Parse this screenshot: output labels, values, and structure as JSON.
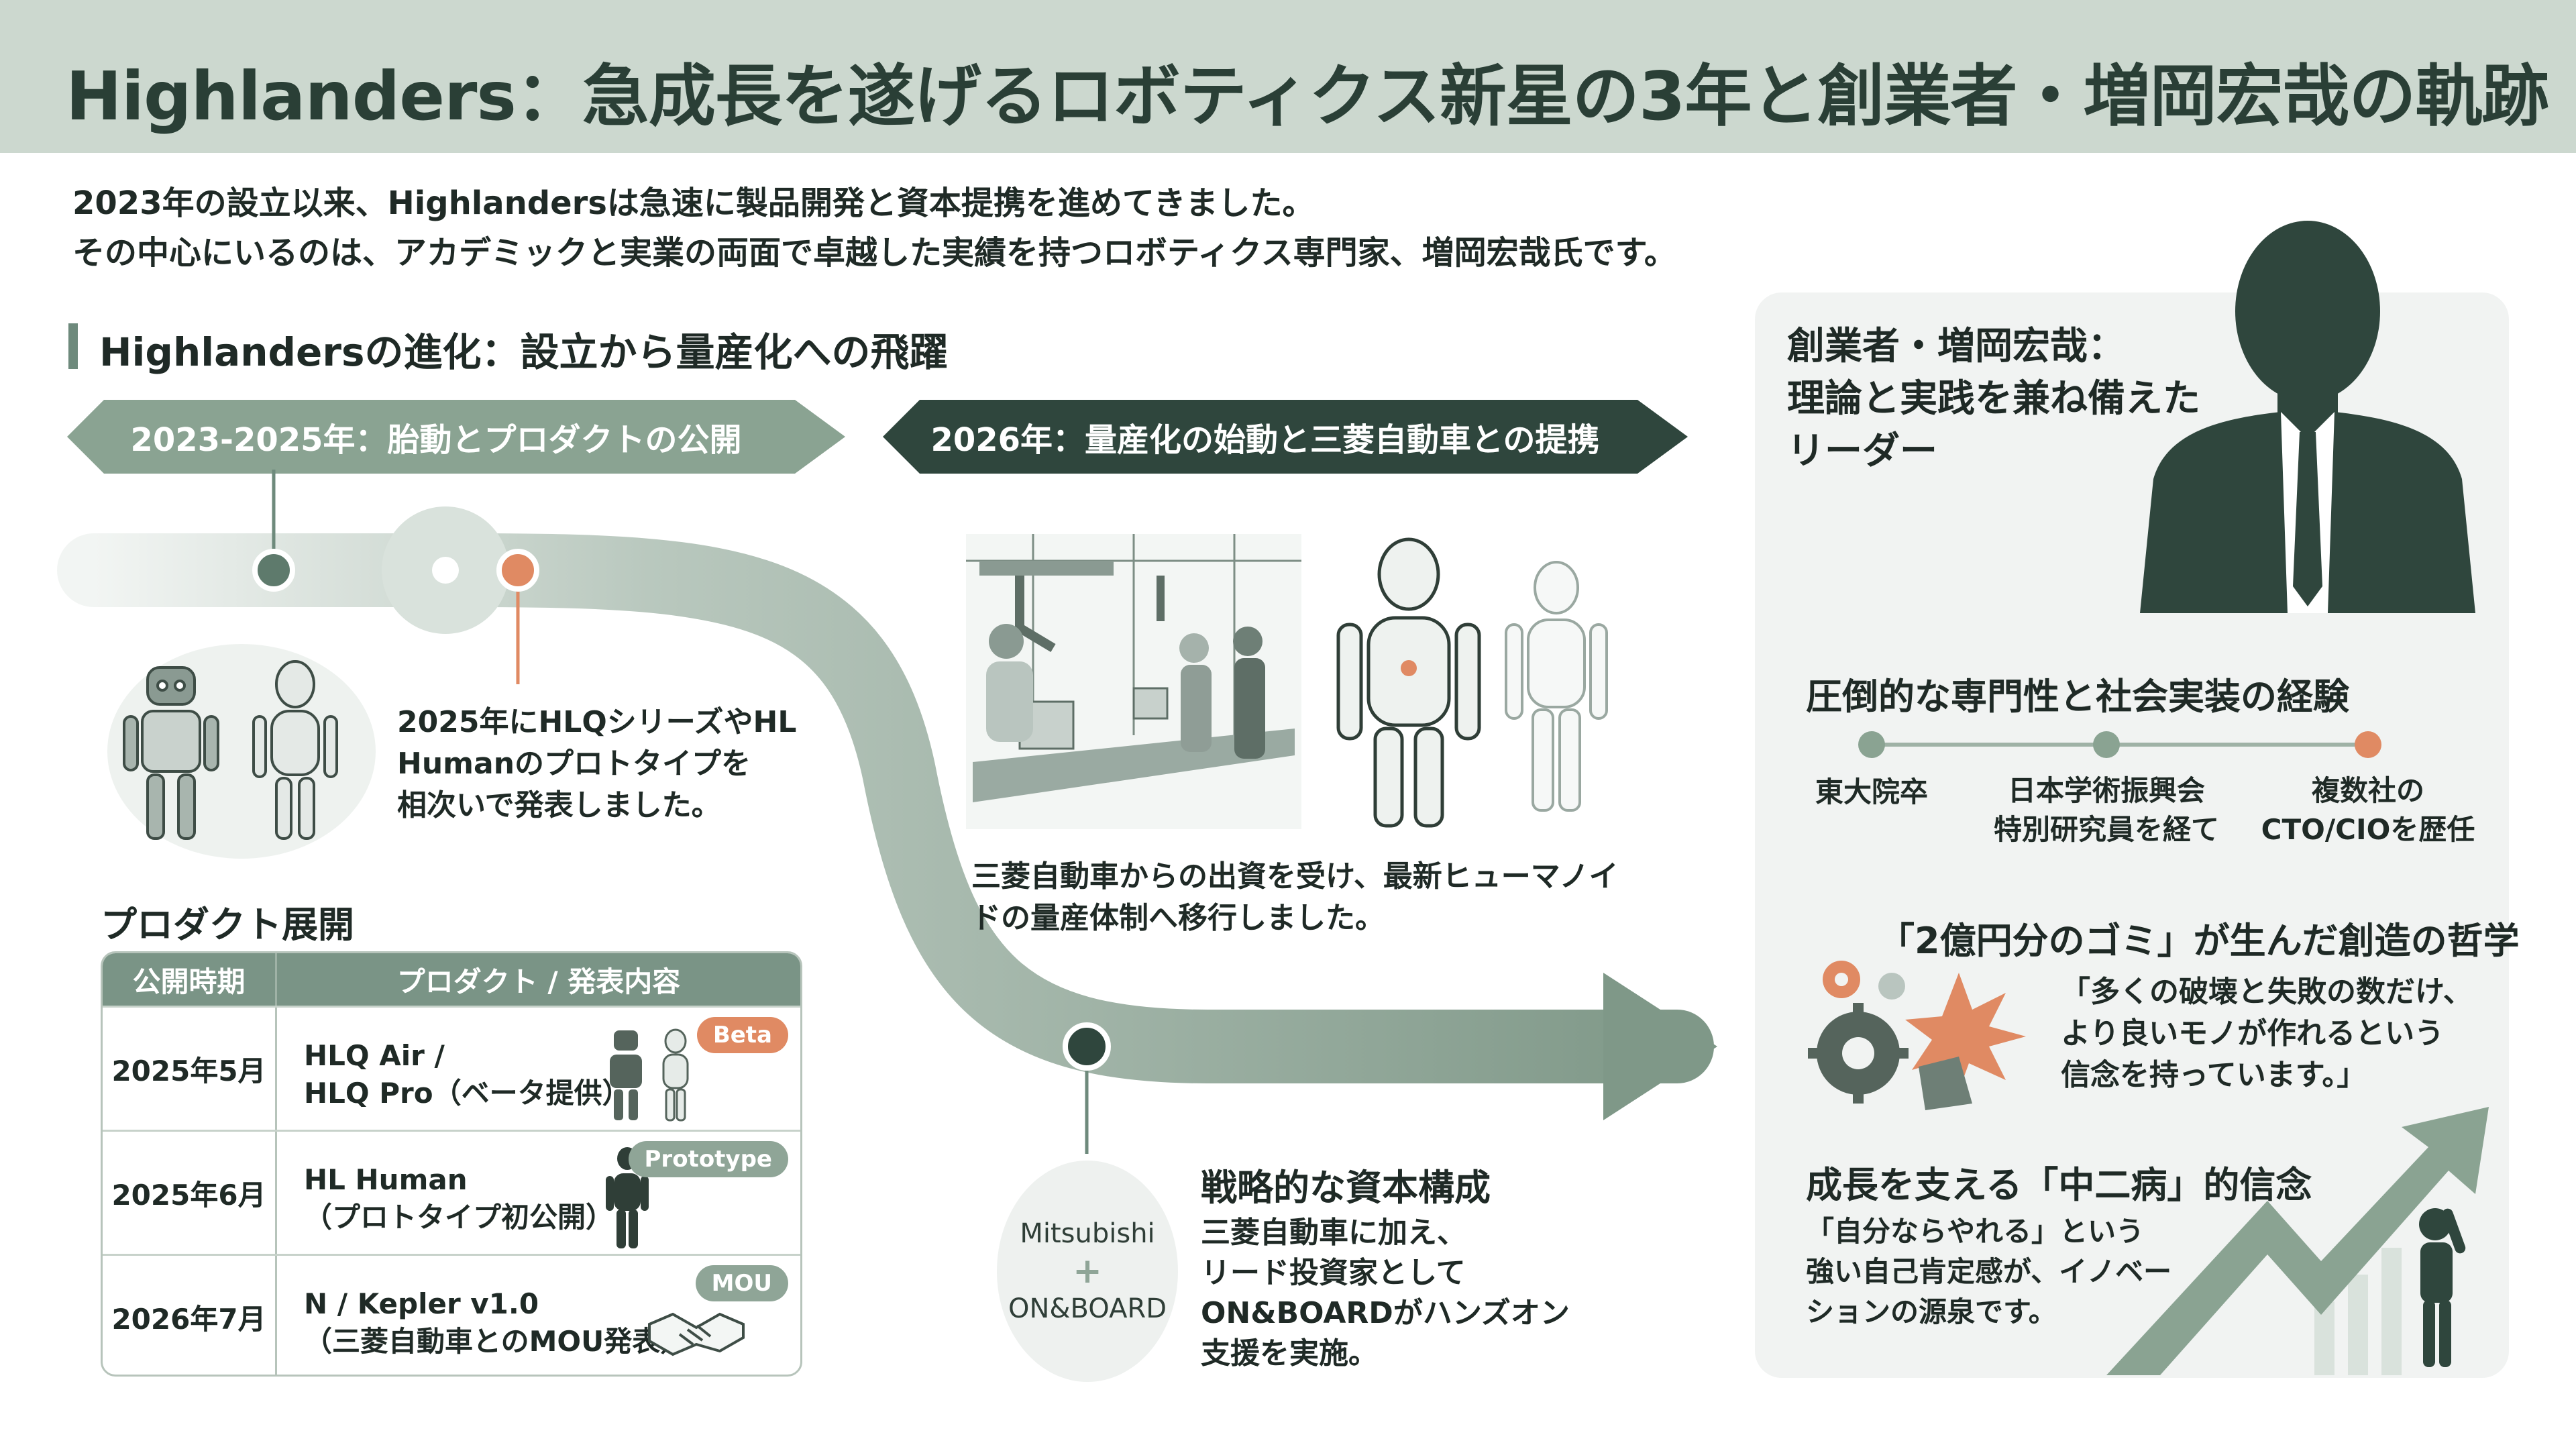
{
  "title": "Highlanders：急成長を遂げるロボティクス新星の3年と創業者・増岡宏哉の軌跡",
  "intro": [
    "2023年の設立以来、Highlandersは急速に製品開発と資本提携を進めてきました。",
    "その中心にいるのは、アカデミックと実業の両面で卓越した実績を持つロボティクス専門家、増岡宏哉氏です。"
  ],
  "evolution": {
    "heading": "Highlandersの進化：設立から量産化への飛躍",
    "phase1": "2023-2025年：胎動とプロダクトの公開",
    "phase2": "2026年：量産化の始動と三菱自動車との提携",
    "note_2025": [
      "2025年にHLQシリーズやHL",
      "Humanのプロトタイプを",
      "相次いで発表しました。"
    ],
    "note_2026": [
      "三菱自動車からの出資を受け、最新ヒューマノイ",
      "ドの量産体制へ移行しました。"
    ]
  },
  "products": {
    "heading": "プロダクト展開",
    "columns": [
      "公開時期",
      "プロダクト / 発表内容"
    ],
    "rows": [
      {
        "date": "2025年5月",
        "line1": "HLQ Air /",
        "line2": "HLQ Pro（ベータ提供）",
        "badge": "Beta",
        "badge_color": "#e08a63"
      },
      {
        "date": "2025年6月",
        "line1": "HL Human",
        "line2": "（プロトタイプ初公開）",
        "badge": "Prototype",
        "badge_color": "#8fa597"
      },
      {
        "date": "2026年7月",
        "line1": "N / Kepler v1.0",
        "line2": "（三菱自動車とのMOU発表）",
        "badge": "MOU",
        "badge_color": "#8fa597"
      }
    ]
  },
  "capital": {
    "circle_top": "Mitsubishi",
    "circle_plus": "+",
    "circle_bottom": "ON&BOARD",
    "heading": "戦略的な資本構成",
    "lines": [
      "三菱自動車に加え、",
      "リード投資家として",
      "ON&BOARDがハンズオン",
      "支援を実施。"
    ]
  },
  "founder": {
    "title": [
      "創業者・増岡宏哉：",
      "理論と実践を兼ね備えた",
      "リーダー"
    ],
    "expertise_heading": "圧倒的な専門性と社会実装の経験",
    "milestones": [
      {
        "l1": "東大院卒",
        "l2": ""
      },
      {
        "l1": "日本学術振興会",
        "l2": "特別研究員を経て"
      },
      {
        "l1": "複数社の",
        "l2": "CTO/CIOを歴任"
      }
    ],
    "philosophy_heading": "「2億円分のゴミ」が生んだ創造の哲学",
    "philosophy": [
      "「多くの破壊と失敗の数だけ、",
      "より良いモノが作れるという",
      "信念を持っています。」"
    ],
    "belief_heading": "成長を支える「中二病」的信念",
    "belief": [
      "「自分ならやれる」という",
      "強い自己肯定感が、イノベー",
      "ションの源泉です。"
    ]
  },
  "colors": {
    "accent": "#e08a63",
    "dark": "#2f463d",
    "mid": "#8aa392"
  }
}
